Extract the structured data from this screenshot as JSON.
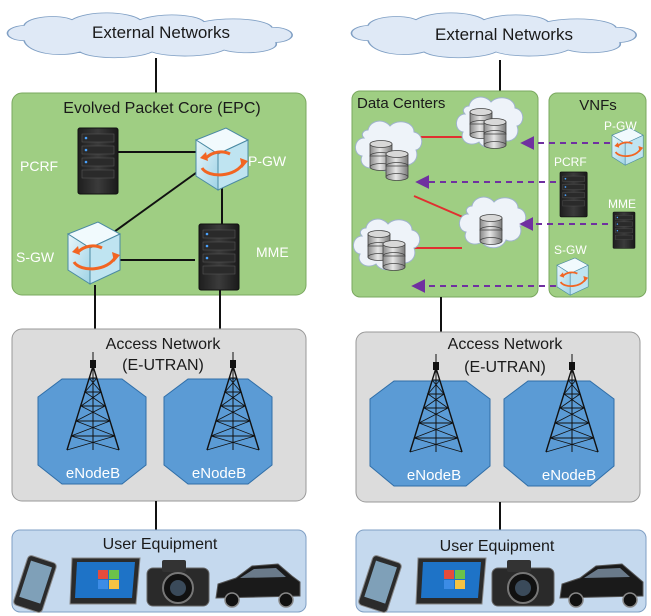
{
  "left": {
    "cloud_label": "External Networks",
    "epc": {
      "title": "Evolved Packet Core (EPC)",
      "pcrf_label": "PCRF",
      "pgw_label": "P-GW",
      "sgw_label": "S-GW",
      "mme_label": "MME"
    },
    "access": {
      "title_line1": "Access Network",
      "title_line2": "(E-UTRAN)",
      "enodeb_labels": [
        "eNodeB",
        "eNodeB"
      ]
    },
    "ue": {
      "title": "User Equipment"
    }
  },
  "right": {
    "cloud_label": "External Networks",
    "datacenters": {
      "title": "Data Centers"
    },
    "vnfs": {
      "title": "VNFs",
      "pgw_label": "P-GW",
      "pcrf_label": "PCRF",
      "mme_label": "MME",
      "sgw_label": "S-GW"
    },
    "access": {
      "title_line1": "Access Network",
      "title_line2": "(E-UTRAN)",
      "enodeb_labels": [
        "eNodeB",
        "eNodeB"
      ]
    },
    "ue": {
      "title": "User Equipment"
    }
  },
  "colors": {
    "epc_fill": "#9fce83",
    "access_fill": "#dcdcdc",
    "hex_fill": "#5b9bd5",
    "ue_fill": "#c5d9ee",
    "cloud_fill": "#dfe9f6",
    "link_red": "#e03030",
    "dashed_purple": "#7030a0",
    "pump_orange": "#f26522"
  }
}
